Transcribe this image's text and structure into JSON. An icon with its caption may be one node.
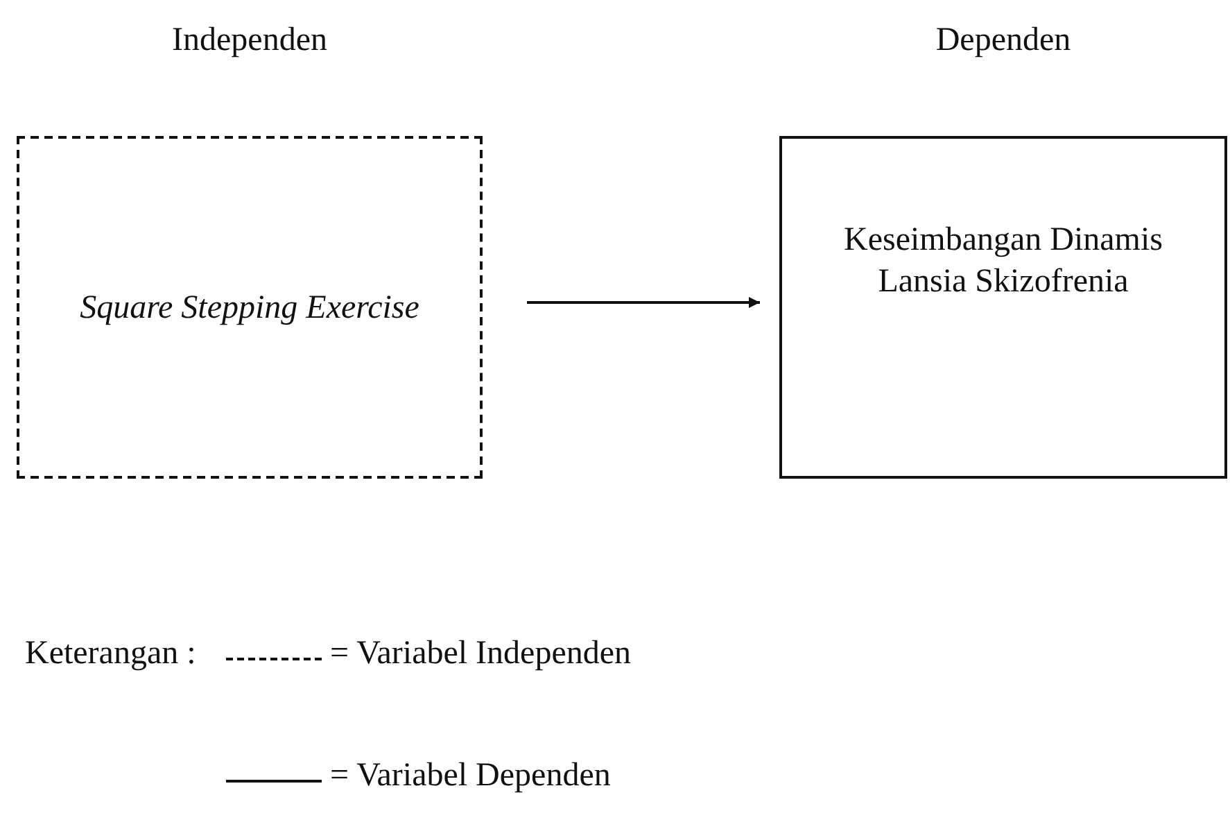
{
  "diagram": {
    "nodes": [
      {
        "text": [
          "Independen",
          "Square Stepping Exercise"
        ]
      },
      {
        "text": [
          "Dependen",
          "Keseimbangan Dinamis Lansia Skizofrenia"
        ]
      }
    ],
    "edges": [
      {
        "from": 0,
        "to": 1,
        "arrow": "to"
      }
    ],
    "labels": [
      "Keterangan :"
    ],
    "legend": [
      {
        "text": "= Variabel Independen"
      },
      {
        "text": "= Variabel Dependen"
      }
    ]
  }
}
